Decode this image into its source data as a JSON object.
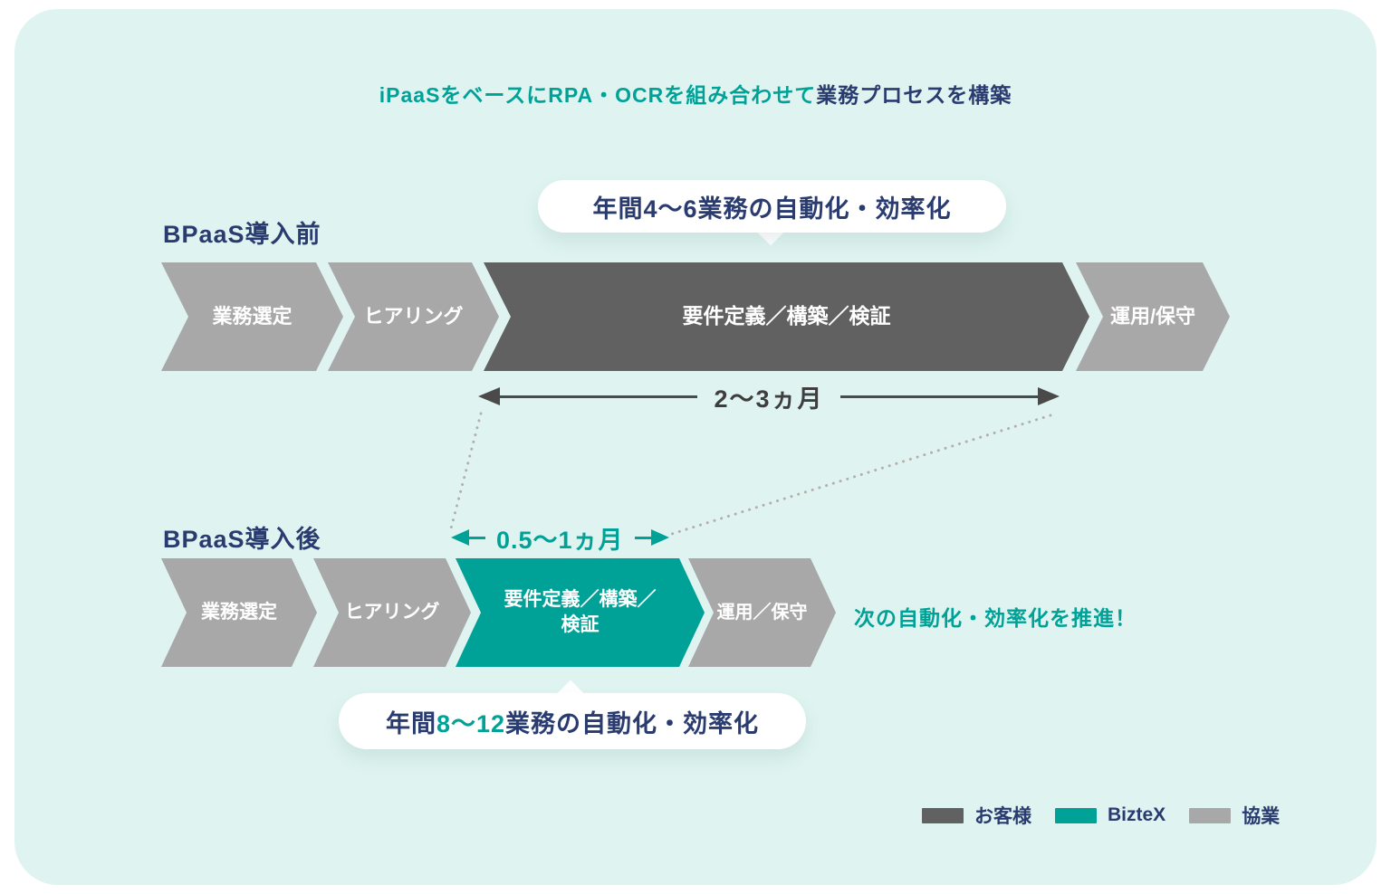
{
  "title": {
    "highlight": "iPaaSをベースにRPA・OCRを組み合わせて",
    "rest": "業務プロセスを構築"
  },
  "before": {
    "label": "BPaaS導入前",
    "bubble": "年間4〜6業務の自動化・効率化",
    "steps": [
      {
        "label": "業務選定"
      },
      {
        "label": "ヒアリング"
      },
      {
        "label": "要件定義／構築／検証"
      },
      {
        "label": "運用/保守"
      }
    ],
    "duration": "2〜3ヵ月"
  },
  "after": {
    "label": "BPaaS導入後",
    "duration": "0.5〜1ヵ月",
    "steps": [
      {
        "label": "業務選定"
      },
      {
        "label": "ヒアリング"
      },
      {
        "label": "要件定義／構築／\n検証"
      },
      {
        "label": "運用／保守"
      }
    ],
    "note": "次の自動化・効率化を推進！",
    "bubble": {
      "prefix": "年間",
      "highlight": "8〜12",
      "suffix": "業務の自動化・効率化"
    }
  },
  "legend": [
    {
      "label": "お客様",
      "color": "#616161"
    },
    {
      "label": "BizteX",
      "color": "#00a297"
    },
    {
      "label": "協業",
      "color": "#a8a8a8"
    }
  ],
  "colors": {
    "panel_background": "#dff4f0",
    "navy_text": "#2a3b70",
    "teal_accent": "#00a297",
    "dark_gray": "#616161",
    "light_gray": "#a8a8a8",
    "bubble_background": "#ffffff"
  }
}
